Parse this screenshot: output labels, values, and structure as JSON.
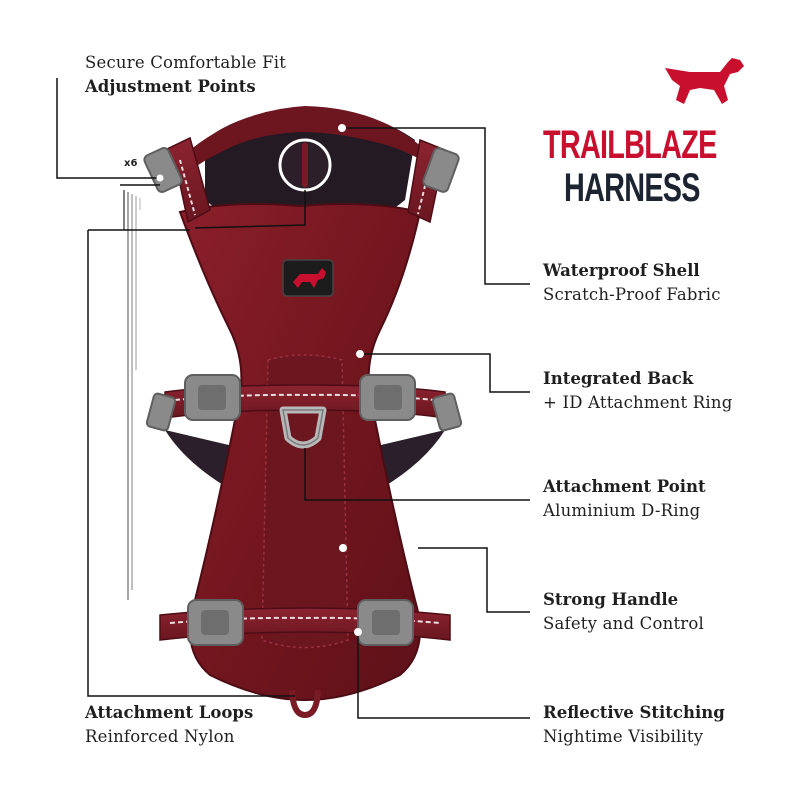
{
  "brand": {
    "name_line1": "TRAILBLAZE",
    "name_line2": "HARNESS",
    "red": "#c8102e",
    "dark": "#1b2430",
    "logo_icon": "running-dog-icon"
  },
  "callouts": {
    "adjustment": {
      "subtitle": "Secure Comfortable Fit",
      "title": "Adjustment Points",
      "count_badge": "x6"
    },
    "shell": {
      "title": "Waterproof Shell",
      "subtitle": "Scratch-Proof Fabric"
    },
    "back": {
      "title": "Integrated Back",
      "subtitle": "+ ID Attachment Ring"
    },
    "dring": {
      "title": "Attachment Point",
      "subtitle": "Aluminium D-Ring"
    },
    "handle": {
      "title": "Strong Handle",
      "subtitle": "Safety and Control"
    },
    "stitching": {
      "title": "Reflective Stitching",
      "subtitle": "Nightime Visibility"
    },
    "loops": {
      "title": "Attachment Loops",
      "subtitle": "Reinforced Nylon"
    }
  },
  "colors": {
    "harness": "#7a1a24",
    "harness_dark": "#5a0f18",
    "lining": "#2a1f2a",
    "buckle": "#8a8a8a",
    "line": "#111111"
  }
}
